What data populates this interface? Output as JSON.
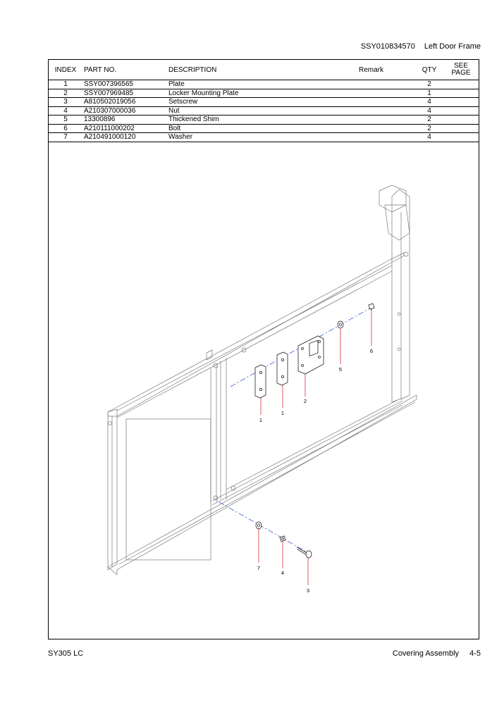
{
  "header": {
    "doc_number": "SSY010834570",
    "doc_title": "Left Door Frame"
  },
  "table": {
    "columns": {
      "index": "INDEX",
      "part_no": "PART NO.",
      "description": "DESCRIPTION",
      "remark": "Remark",
      "qty": "QTY",
      "see_page_1": "SEE",
      "see_page_2": "PAGE"
    },
    "rows": [
      {
        "index": "1",
        "part_no": "SSY007396565",
        "description": "Plate",
        "remark": "",
        "qty": "2",
        "see_page": ""
      },
      {
        "index": "2",
        "part_no": "SSY007969485",
        "description": "Locker Mounting Plate",
        "remark": "",
        "qty": "1",
        "see_page": ""
      },
      {
        "index": "3",
        "part_no": "A810502019056",
        "description": "Setscrew",
        "remark": "",
        "qty": "4",
        "see_page": ""
      },
      {
        "index": "4",
        "part_no": "A210307000036",
        "description": "Nut",
        "remark": "",
        "qty": "4",
        "see_page": ""
      },
      {
        "index": "5",
        "part_no": "13300896",
        "description": "Thickened Shim",
        "remark": "",
        "qty": "2",
        "see_page": ""
      },
      {
        "index": "6",
        "part_no": "A210111000202",
        "description": "Bolt",
        "remark": "",
        "qty": "2",
        "see_page": ""
      },
      {
        "index": "7",
        "part_no": "A210491000120",
        "description": "Washer",
        "remark": "",
        "qty": "4",
        "see_page": ""
      }
    ]
  },
  "drawing": {
    "callouts": [
      "1",
      "1",
      "2",
      "5",
      "6",
      "7",
      "4",
      "3"
    ],
    "leader_color": "#d9303a",
    "centerline_color": "#3f5bd6"
  },
  "footer": {
    "model": "SY305 LC",
    "section": "Covering Assembly",
    "page": "4-5"
  }
}
